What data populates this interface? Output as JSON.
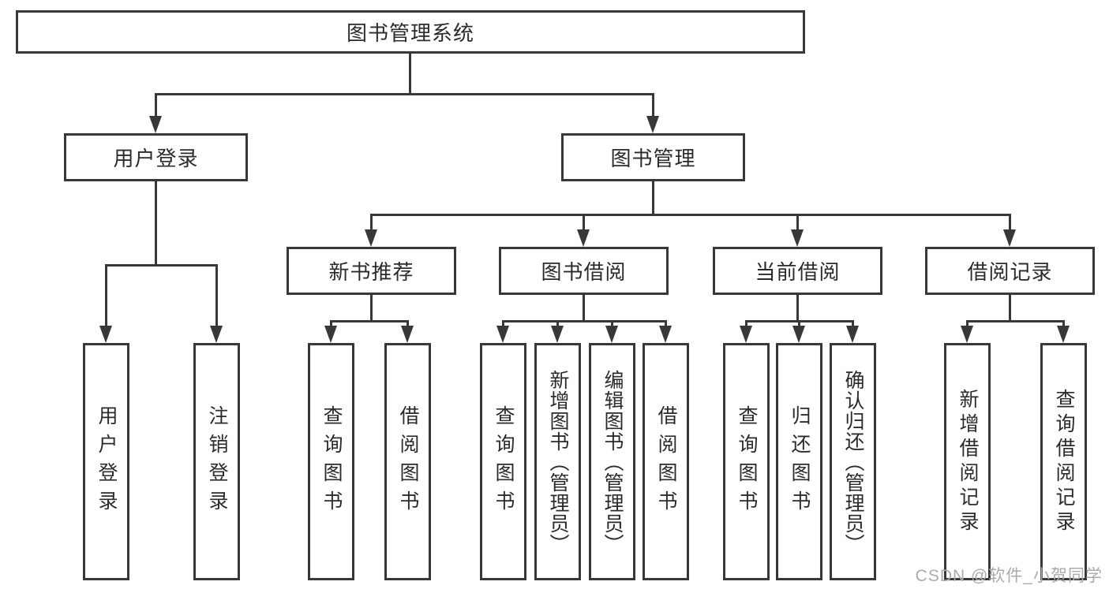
{
  "diagram": {
    "root": {
      "label": "图书管理系统"
    },
    "level2": [
      {
        "label": "用户登录"
      },
      {
        "label": "图书管理"
      }
    ],
    "level3": [
      {
        "label": "新书推荐"
      },
      {
        "label": "图书借阅"
      },
      {
        "label": "当前借阅"
      },
      {
        "label": "借阅记录"
      }
    ],
    "leaves": {
      "user_login": [
        "用户登录",
        "注销登录"
      ],
      "new_books": [
        "查询图书",
        "借阅图书"
      ],
      "book_borrow": [
        "查询图书",
        "新增图书（管理员）",
        "编辑图书（管理员）",
        "借阅图书"
      ],
      "current_borrow": [
        "查询图书",
        "归还图书",
        "确认归还（管理员）"
      ],
      "borrow_records": [
        "新增借阅记录",
        "查询借阅记录"
      ]
    }
  },
  "watermark": "CSDN @软件_小贺同学",
  "colors": {
    "line": "#383838",
    "text": "#2b2b2b",
    "watermark": "#ababab",
    "background": "#ffffff"
  }
}
